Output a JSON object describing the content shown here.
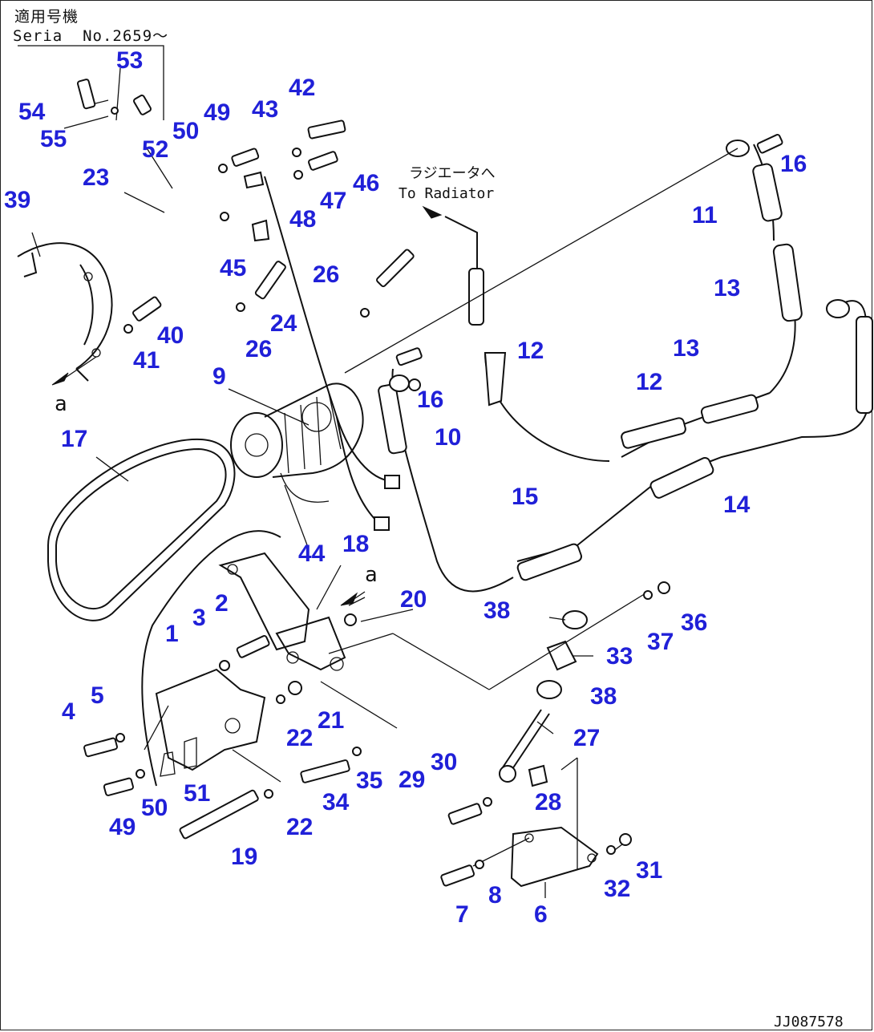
{
  "header": {
    "applicable_models": "適用号機",
    "serial_prefix": "Seria",
    "serial_number": "No.2659～"
  },
  "notes": {
    "radiator_jp": "ラジエータへ",
    "radiator_en": "To Radiator",
    "ref_a_left": "a",
    "ref_a_right": "a"
  },
  "callouts": [
    "1",
    "2",
    "3",
    "4",
    "5",
    "6",
    "7",
    "8",
    "9",
    "10",
    "11",
    "12",
    "12",
    "13",
    "13",
    "14",
    "15",
    "16",
    "16",
    "17",
    "18",
    "19",
    "20",
    "21",
    "22",
    "22",
    "23",
    "24",
    "26",
    "26",
    "27",
    "28",
    "29",
    "30",
    "31",
    "32",
    "33",
    "34",
    "35",
    "36",
    "37",
    "38",
    "38",
    "39",
    "40",
    "41",
    "42",
    "43",
    "44",
    "45",
    "46",
    "47",
    "48",
    "49",
    "49",
    "50",
    "50",
    "51",
    "52",
    "53",
    "54",
    "55"
  ],
  "footer_code": "JJ087578"
}
